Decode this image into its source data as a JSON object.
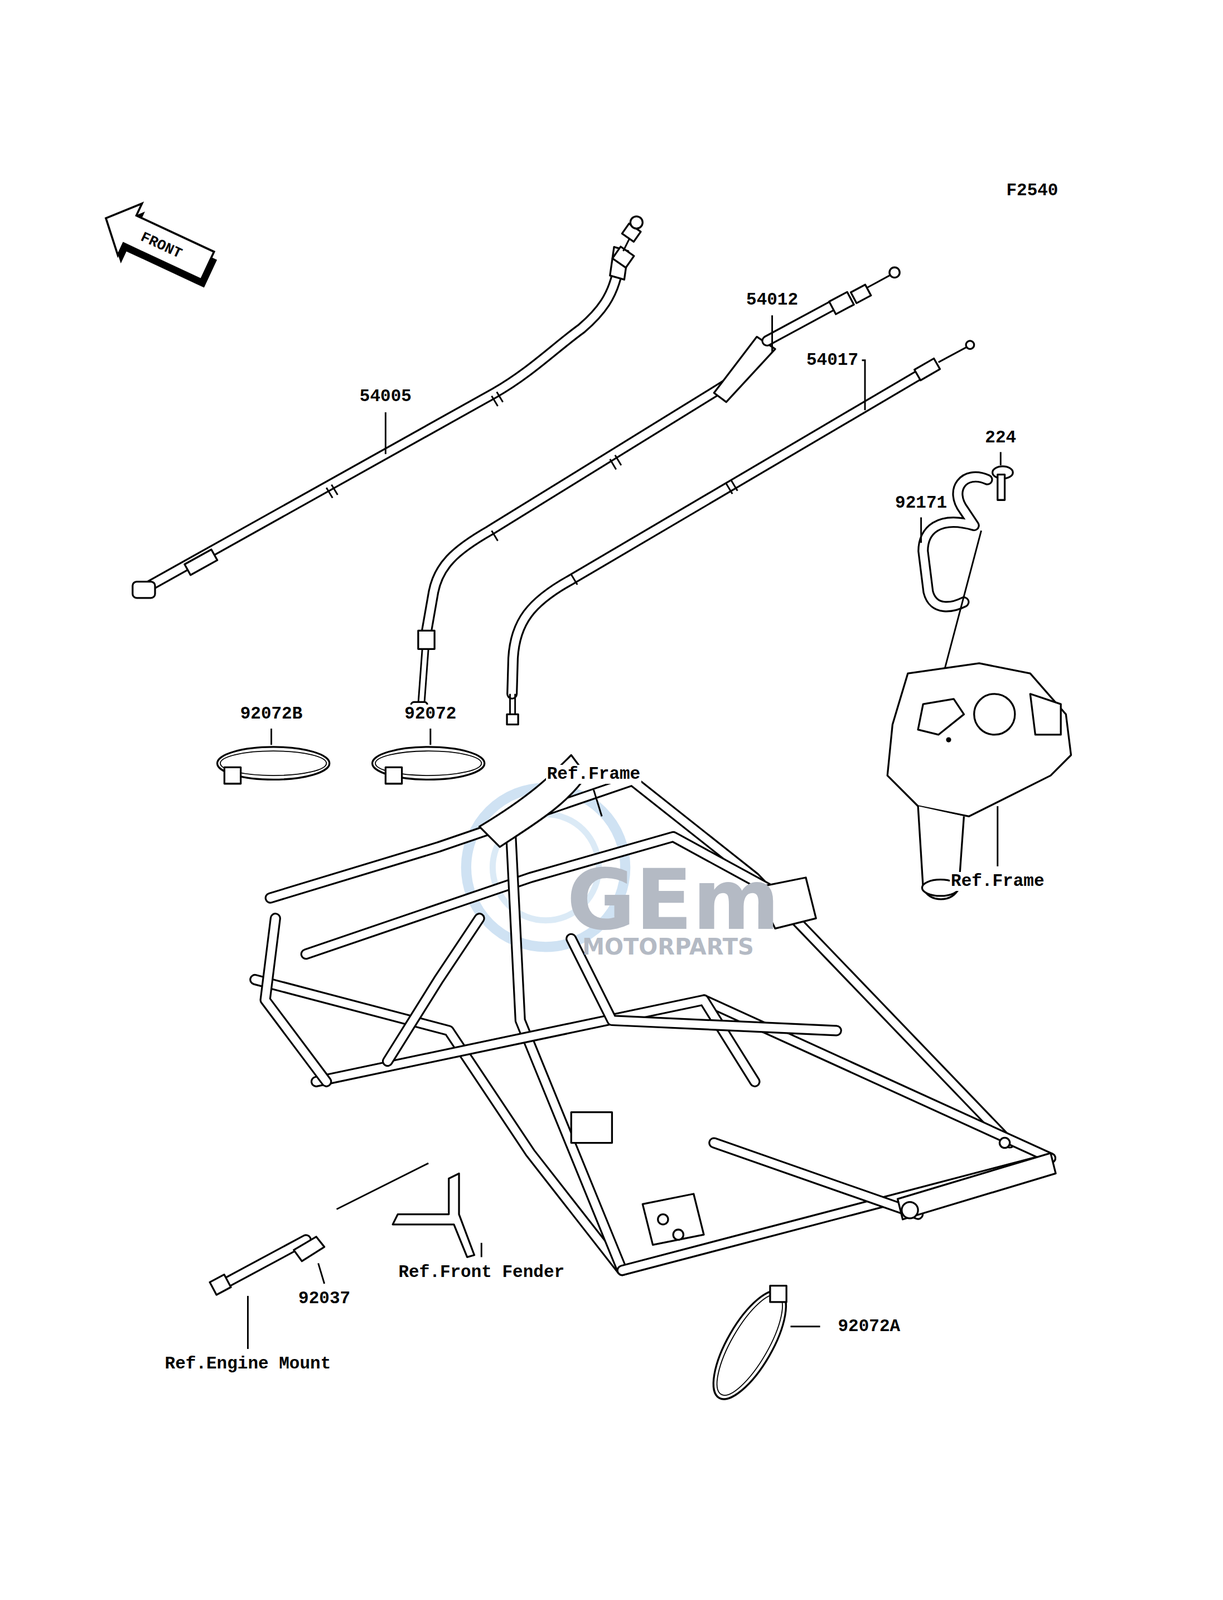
{
  "diagram": {
    "labels": [
      "F2540",
      "FRONT",
      "54005",
      "54012",
      "54017",
      "224",
      "92171",
      "92072B",
      "92072",
      "Ref.Frame",
      "Ref.Frame",
      "Ref.Front Fender",
      "92037",
      "Ref.Engine Mount",
      "92072A",
      "GEm",
      "MOTORPARTS"
    ]
  }
}
